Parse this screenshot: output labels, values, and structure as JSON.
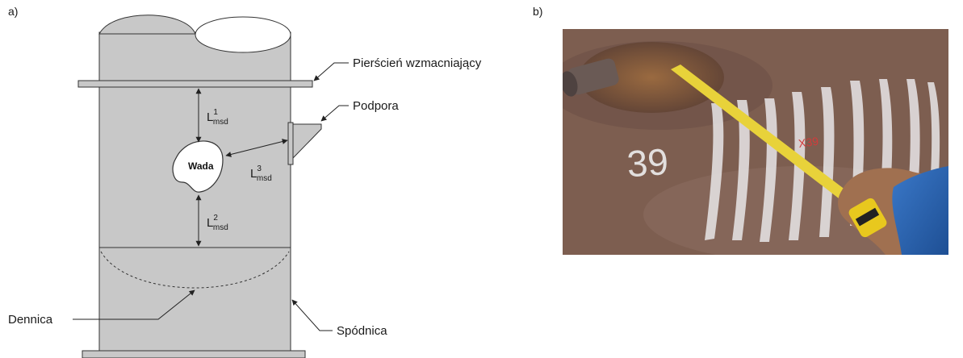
{
  "labels": {
    "panel_a": "a)",
    "panel_b": "b)"
  },
  "diagram": {
    "reinforcing_ring": "Pierścień wzmacniający",
    "support": "Podpora",
    "defect": "Wada",
    "head": "Dennica",
    "skirt": "Spódnica",
    "dim_1": {
      "base": "L",
      "sup": "1",
      "sub": "msd"
    },
    "dim_2": {
      "base": "L",
      "sup": "2",
      "sub": "msd"
    },
    "dim_3": {
      "base": "L",
      "sup": "3",
      "sub": "msd"
    }
  },
  "photo": {
    "painted_number": "39",
    "marker_text": "X39"
  },
  "colors": {
    "vessel_fill": "#c8c8c8",
    "outline": "#333333",
    "rust": "#7a5a4a",
    "tape_yellow": "#e8d23a",
    "glove_blue": "#2a5fa8"
  }
}
